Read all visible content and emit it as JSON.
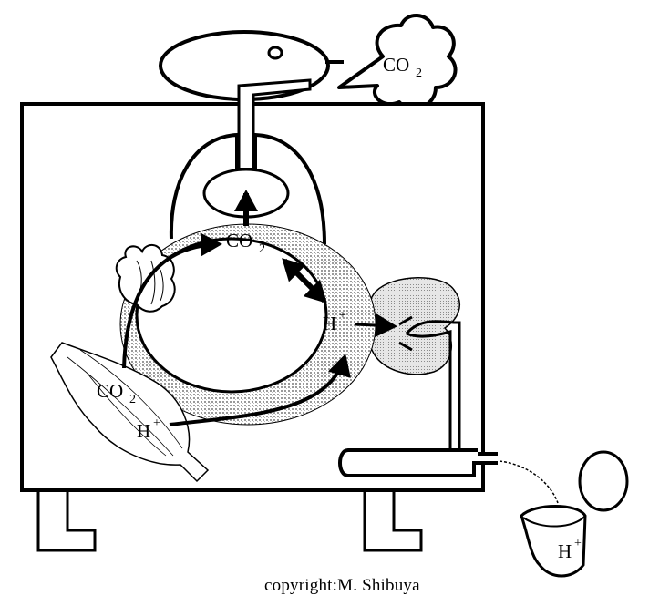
{
  "labels": {
    "co2_exhaled": "CO",
    "co2_exhaled_sub": "2",
    "co2_blood": "CO",
    "co2_blood_sub": "2",
    "co2_muscle": "CO",
    "co2_muscle_sub": "2",
    "h_blood": "H",
    "h_blood_sup": "+",
    "h_muscle": "H",
    "h_muscle_sup": "+",
    "h_urine": "H",
    "h_urine_sup": "+"
  },
  "copyright": "copyright:M. Shibuya",
  "colors": {
    "ink": "#000000",
    "paper": "#ffffff",
    "stipple": "#c8c8c8",
    "kidney": "#cfcfcf"
  }
}
